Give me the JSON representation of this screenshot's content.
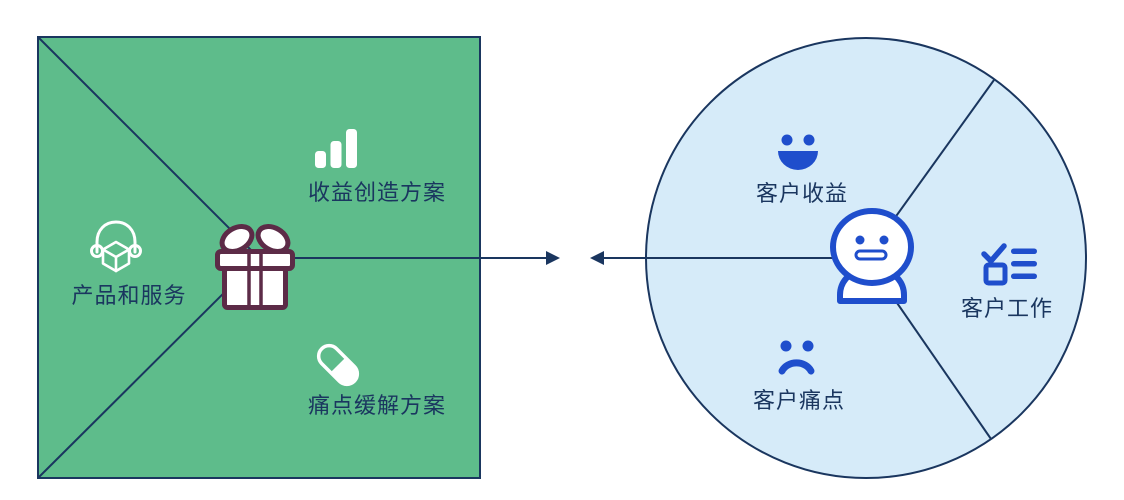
{
  "colors": {
    "green": "#5EBC8B",
    "circle_fill": "#D6EBF9",
    "navy": "#1A365F",
    "blue": "#1F4ECC",
    "maroon": "#5C2B47",
    "white": "#FFFFFF"
  },
  "diagram": {
    "type": "value-proposition-canvas",
    "value_map": {
      "shape": "square",
      "center_icon": "gift-icon",
      "sections": [
        {
          "label": "产品和服务",
          "icon": "headphones-box-icon",
          "position": "left"
        },
        {
          "label": "收益创造方案",
          "icon": "bar-chart-icon",
          "position": "top-right"
        },
        {
          "label": "痛点缓解方案",
          "icon": "pill-icon",
          "position": "bottom-right"
        }
      ]
    },
    "customer_profile": {
      "shape": "circle",
      "center_icon": "person-icon",
      "sections": [
        {
          "label": "客户收益",
          "icon": "smiley-face-icon",
          "position": "top-left"
        },
        {
          "label": "客户工作",
          "icon": "checklist-icon",
          "position": "right"
        },
        {
          "label": "客户痛点",
          "icon": "sad-face-icon",
          "position": "bottom-left"
        }
      ]
    },
    "connector": {
      "style": "two-arrows-facing-inward"
    }
  }
}
